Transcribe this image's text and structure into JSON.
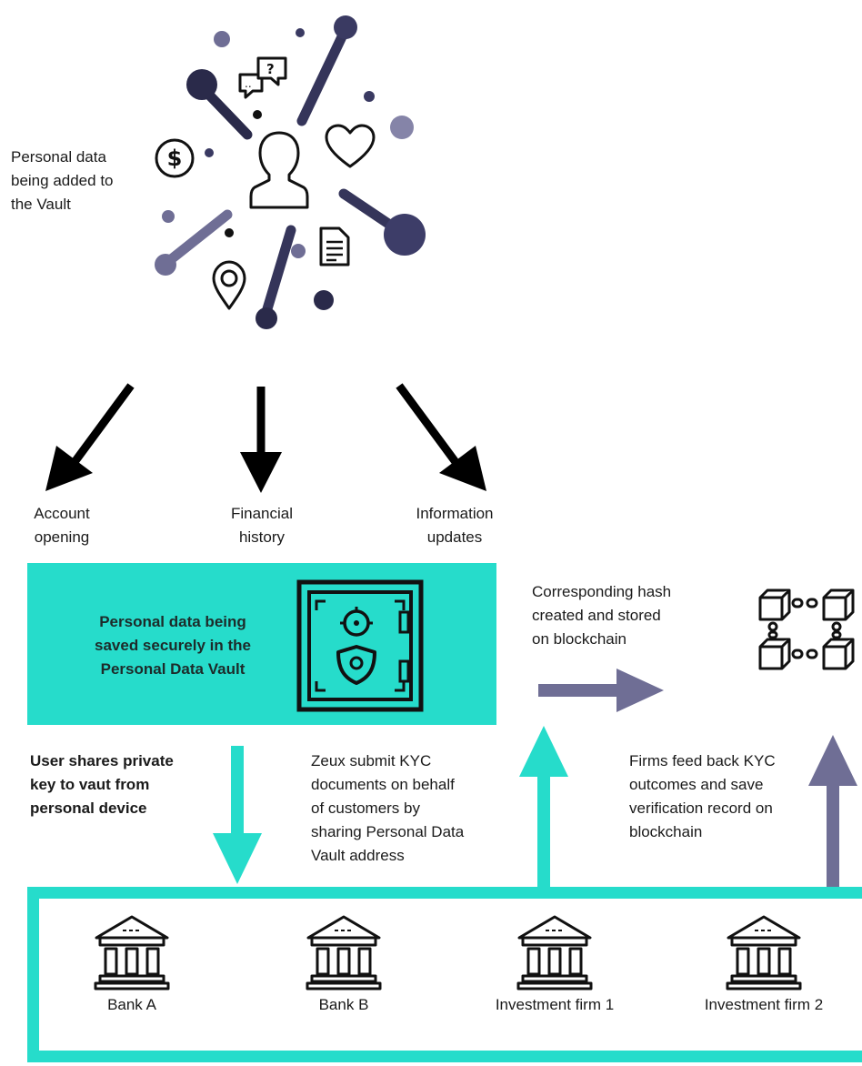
{
  "intro": {
    "label": "Personal data being added to the Vault",
    "lines": [
      "Personal data",
      "being added to",
      "the Vault"
    ]
  },
  "categories": [
    {
      "lines": [
        "Account",
        "opening"
      ]
    },
    {
      "lines": [
        "Financial",
        "history"
      ]
    },
    {
      "lines": [
        "Information",
        "updates"
      ]
    }
  ],
  "vault": {
    "lines": [
      "Personal data being",
      "saved securely in the",
      "Personal Data Vault"
    ]
  },
  "hash": {
    "lines": [
      "Corresponding hash",
      "created and stored",
      "on blockchain"
    ]
  },
  "share_key": {
    "lines": [
      "User shares private",
      "key to vaut from",
      "personal device"
    ]
  },
  "zeux_submit": {
    "lines": [
      "Zeux submit KYC",
      "documents on behalf",
      "of customers by",
      "sharing Personal Data",
      "Vault address"
    ]
  },
  "feedback": {
    "lines": [
      "Firms feed back KYC",
      "outcomes and save",
      "verification record on",
      "blockchain"
    ]
  },
  "firms": [
    {
      "name": "Bank A",
      "icon": "bank-icon"
    },
    {
      "name": "Bank B",
      "icon": "bank-icon"
    },
    {
      "name": "Investment firm 1",
      "icon": "bank-icon"
    },
    {
      "name": "Investment firm 2",
      "icon": "bank-icon"
    }
  ],
  "colors": {
    "teal": "#26dccb",
    "slate": "#6f6e95",
    "navy": "#2a2a4a",
    "black": "#000000"
  }
}
